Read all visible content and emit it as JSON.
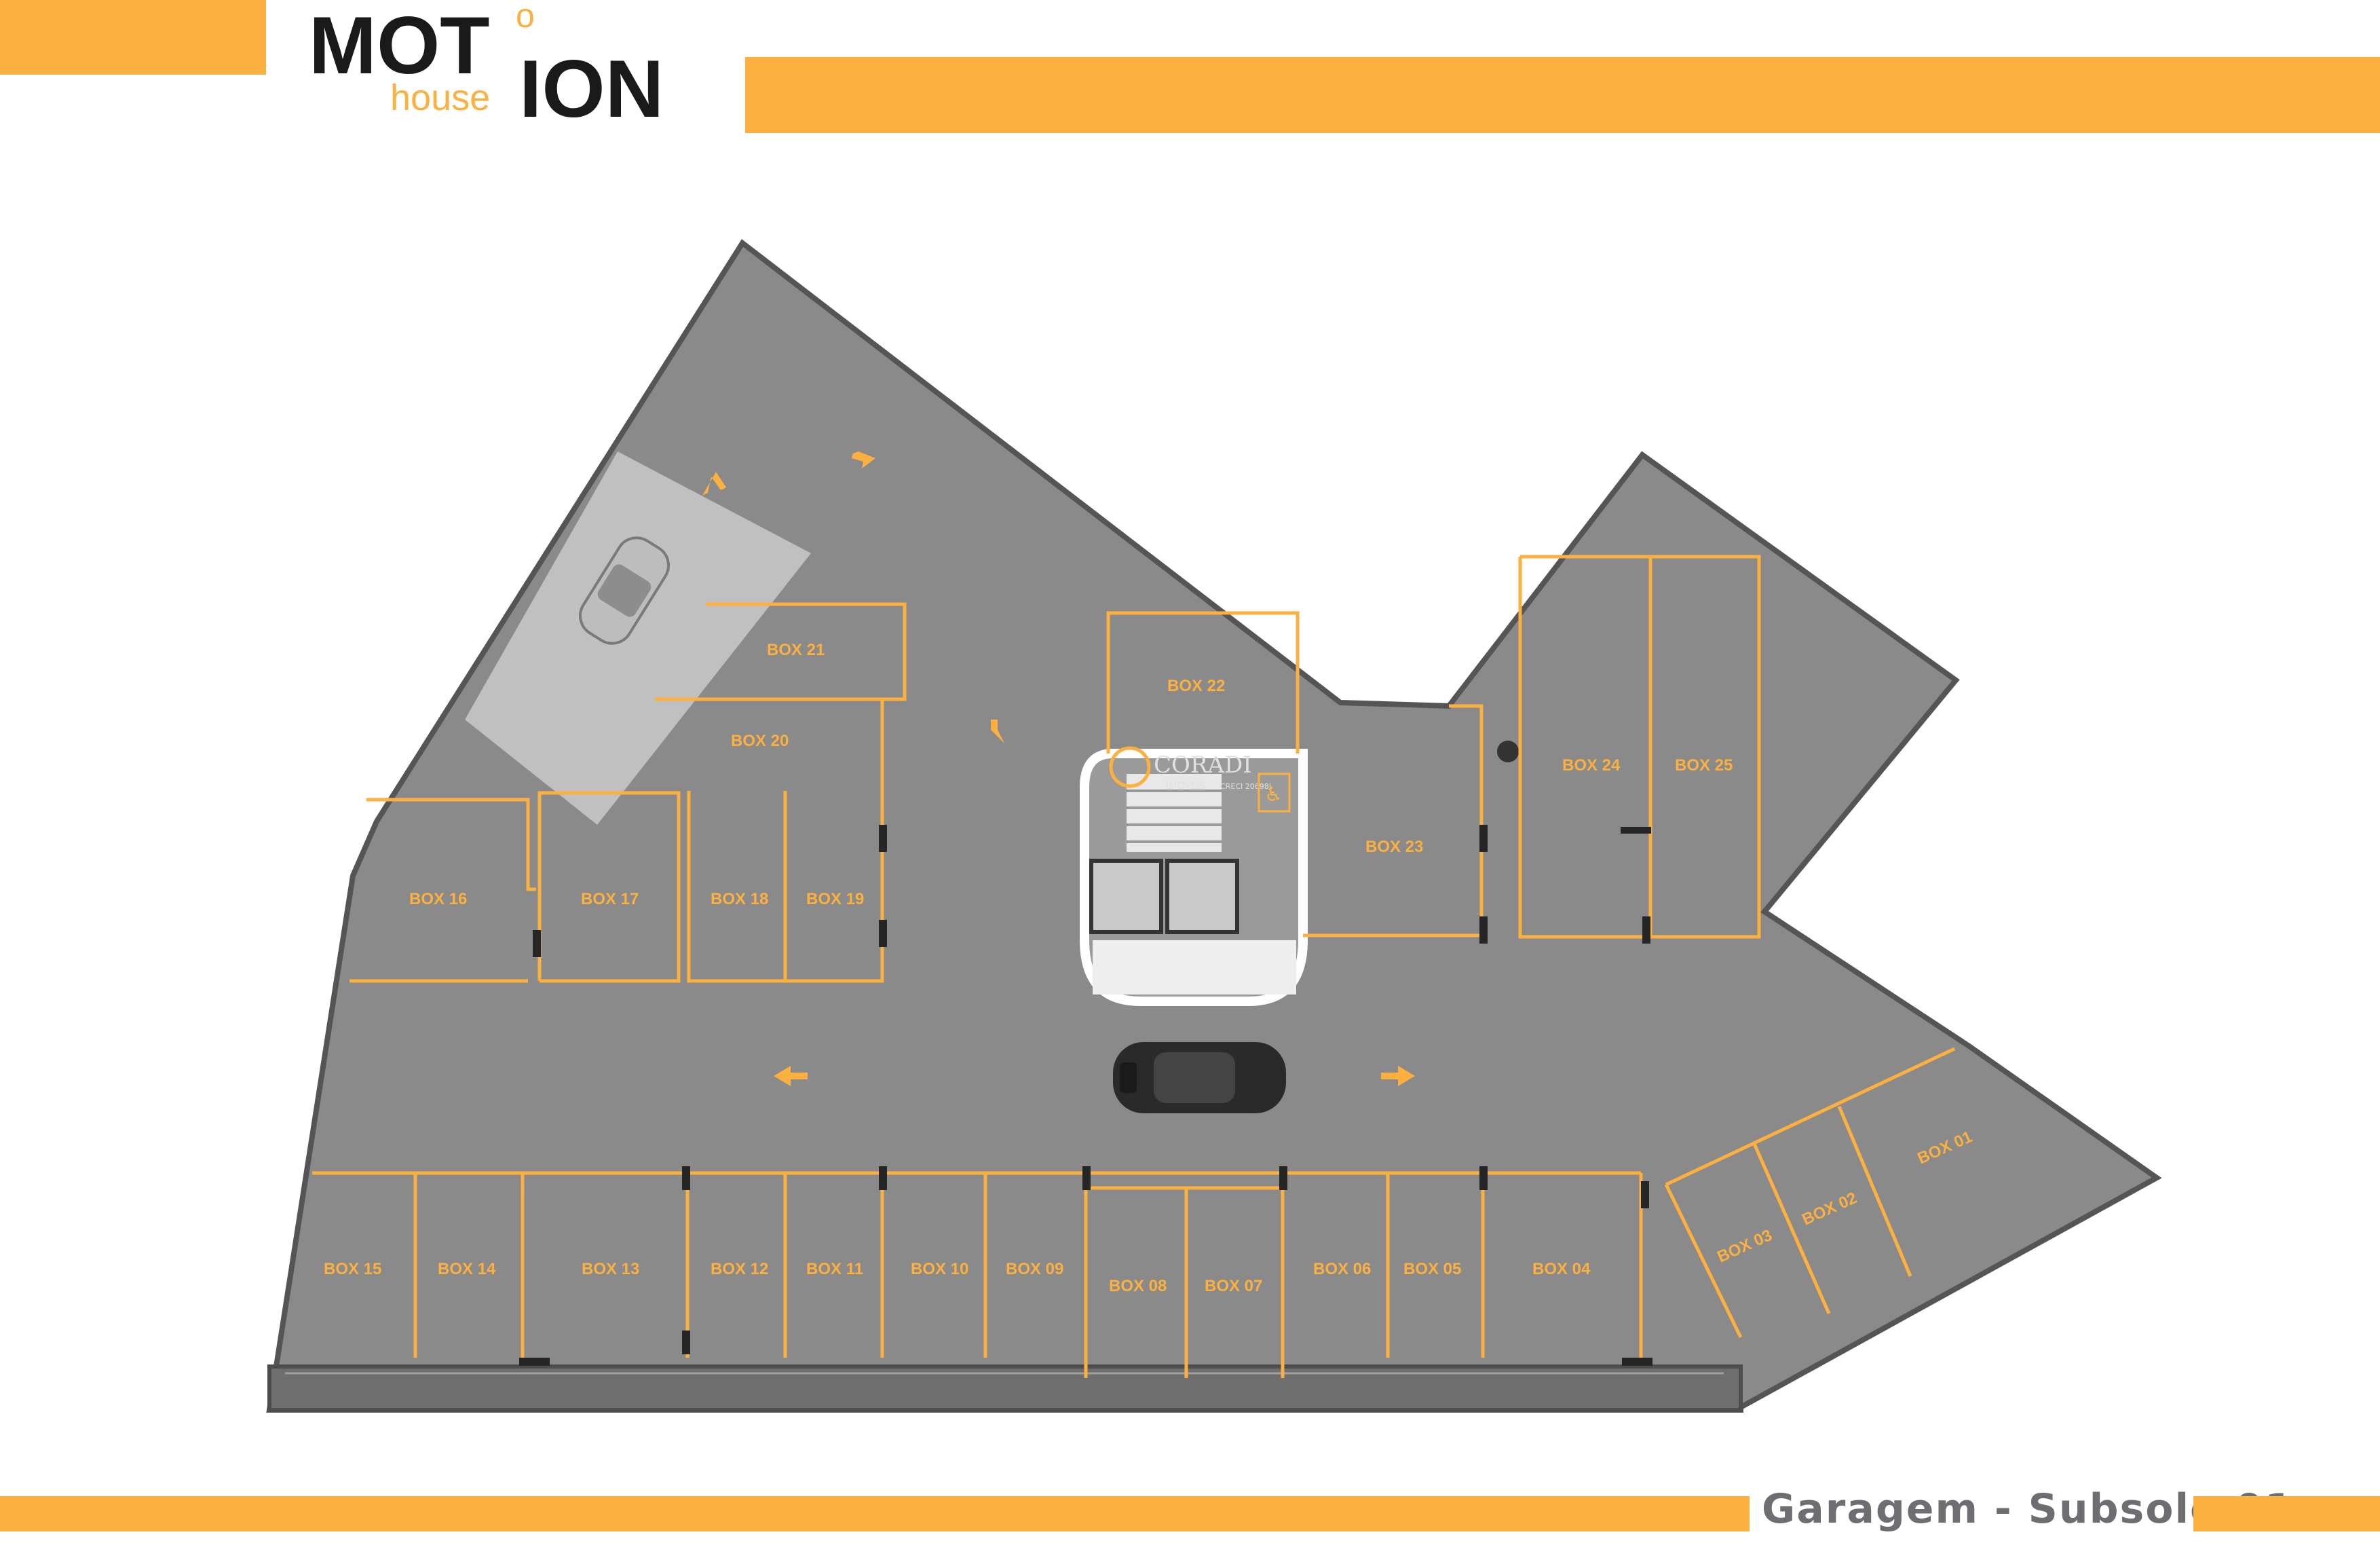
{
  "brand": {
    "logo_main_1": "MOT",
    "logo_main_2": "ION",
    "logo_sub": "house",
    "logo_dot": "o"
  },
  "watermark": {
    "name": "CORADI",
    "sub": "IMÓVEIS",
    "creci": "CRECI 20698J"
  },
  "footer": {
    "title": "Garagem - Subsolo 01"
  },
  "colors": {
    "accent": "#fbb040",
    "floor": "#8a8a8a",
    "outline": "#4d4d4d",
    "footer_text": "#6d6e71"
  },
  "parking_boxes": [
    {
      "id": "box-01",
      "label": "BOX 01"
    },
    {
      "id": "box-02",
      "label": "BOX 02"
    },
    {
      "id": "box-03",
      "label": "BOX 03"
    },
    {
      "id": "box-04",
      "label": "BOX 04"
    },
    {
      "id": "box-05",
      "label": "BOX 05"
    },
    {
      "id": "box-06",
      "label": "BOX 06"
    },
    {
      "id": "box-07",
      "label": "BOX 07"
    },
    {
      "id": "box-08",
      "label": "BOX 08"
    },
    {
      "id": "box-09",
      "label": "BOX 09"
    },
    {
      "id": "box-10",
      "label": "BOX 10"
    },
    {
      "id": "box-11",
      "label": "BOX 11"
    },
    {
      "id": "box-12",
      "label": "BOX 12"
    },
    {
      "id": "box-13",
      "label": "BOX 13"
    },
    {
      "id": "box-14",
      "label": "BOX 14"
    },
    {
      "id": "box-15",
      "label": "BOX 15"
    },
    {
      "id": "box-16",
      "label": "BOX 16"
    },
    {
      "id": "box-17",
      "label": "BOX 17"
    },
    {
      "id": "box-18",
      "label": "BOX 18"
    },
    {
      "id": "box-19",
      "label": "BOX 19"
    },
    {
      "id": "box-20",
      "label": "BOX 20"
    },
    {
      "id": "box-21",
      "label": "BOX 21"
    },
    {
      "id": "box-22",
      "label": "BOX 22"
    },
    {
      "id": "box-23",
      "label": "BOX 23"
    },
    {
      "id": "box-24",
      "label": "BOX 24"
    },
    {
      "id": "box-25",
      "label": "BOX 25"
    }
  ],
  "icons": {
    "accessible": "wheelchair-icon",
    "arrows": "direction-arrow-icon",
    "car": "car-icon"
  }
}
